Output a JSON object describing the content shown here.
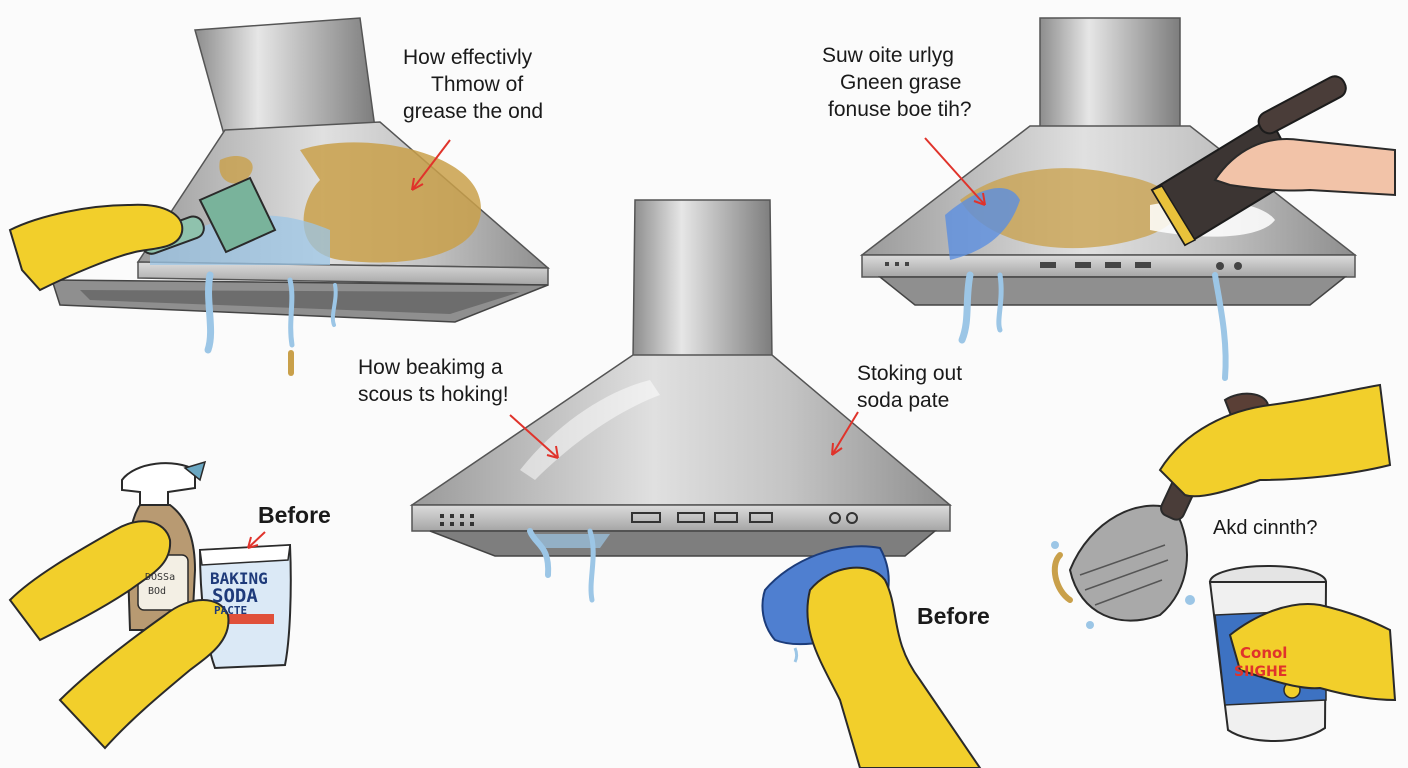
{
  "captions": {
    "top_left": [
      "How effectivly",
      "Thmow of",
      "grease the ond"
    ],
    "top_right": [
      "Suw oite urlyg",
      "Gneen grase",
      "fonuse boe tih?"
    ],
    "middle_left": [
      "How beakimg a",
      "scous ts hoking!"
    ],
    "middle_right": [
      "Stoking out",
      "soda pate"
    ],
    "before_left": "Before",
    "before_center": "Before",
    "right_question": "Akd cinnth?"
  },
  "packages": {
    "baking_soda": [
      "BAKING",
      "SODA",
      "PACTE"
    ],
    "spray_bottle_label": [
      "DOSSa",
      "BOd"
    ],
    "canister_label": [
      "Conol",
      "SIIGHE"
    ]
  },
  "icons": {
    "spray": "spray-bottle-icon",
    "soda": "baking-soda-bag-icon",
    "sponge": "sponge-icon",
    "scraper": "scraper-icon",
    "brush": "scrub-brush-icon",
    "cloth": "cleaning-cloth-icon",
    "can": "cleaner-canister-icon"
  },
  "colors": {
    "glove": "#f2cf2b",
    "glove_outline": "#2a2a2a",
    "steel_light": "#d6d6d6",
    "steel_mid": "#a9a9a9",
    "steel_dark": "#6f6f6f",
    "grease": "#c9a04a",
    "water": "#9cc6e6",
    "arrow": "#e0332b",
    "cloth": "#4f7fd0",
    "sponge_green": "#79b39b",
    "sponge_yellow": "#e9c23b"
  }
}
